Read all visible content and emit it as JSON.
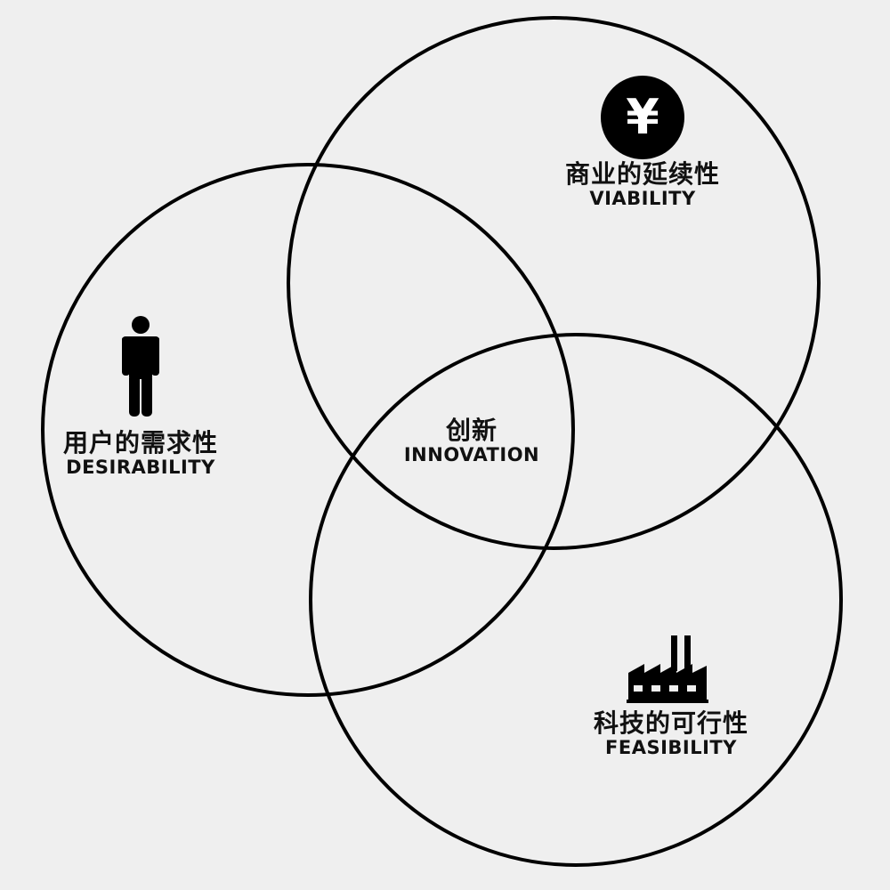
{
  "diagram": {
    "colors": {
      "background": "#efefef",
      "stroke": "#000000",
      "text": "#111111"
    },
    "sets": [
      {
        "id": "desirability",
        "label_cn": "用户的需求性",
        "label_en": "DESIRABILITY",
        "icon": "person-icon"
      },
      {
        "id": "viability",
        "label_cn": "商业的延续性",
        "label_en": "VIABILITY",
        "icon": "yen-icon"
      },
      {
        "id": "feasibility",
        "label_cn": "科技的可行性",
        "label_en": "FEASIBILITY",
        "icon": "factory-icon"
      }
    ],
    "center": {
      "label_cn": "创新",
      "label_en": "INNOVATION"
    },
    "yen_symbol": "¥"
  }
}
